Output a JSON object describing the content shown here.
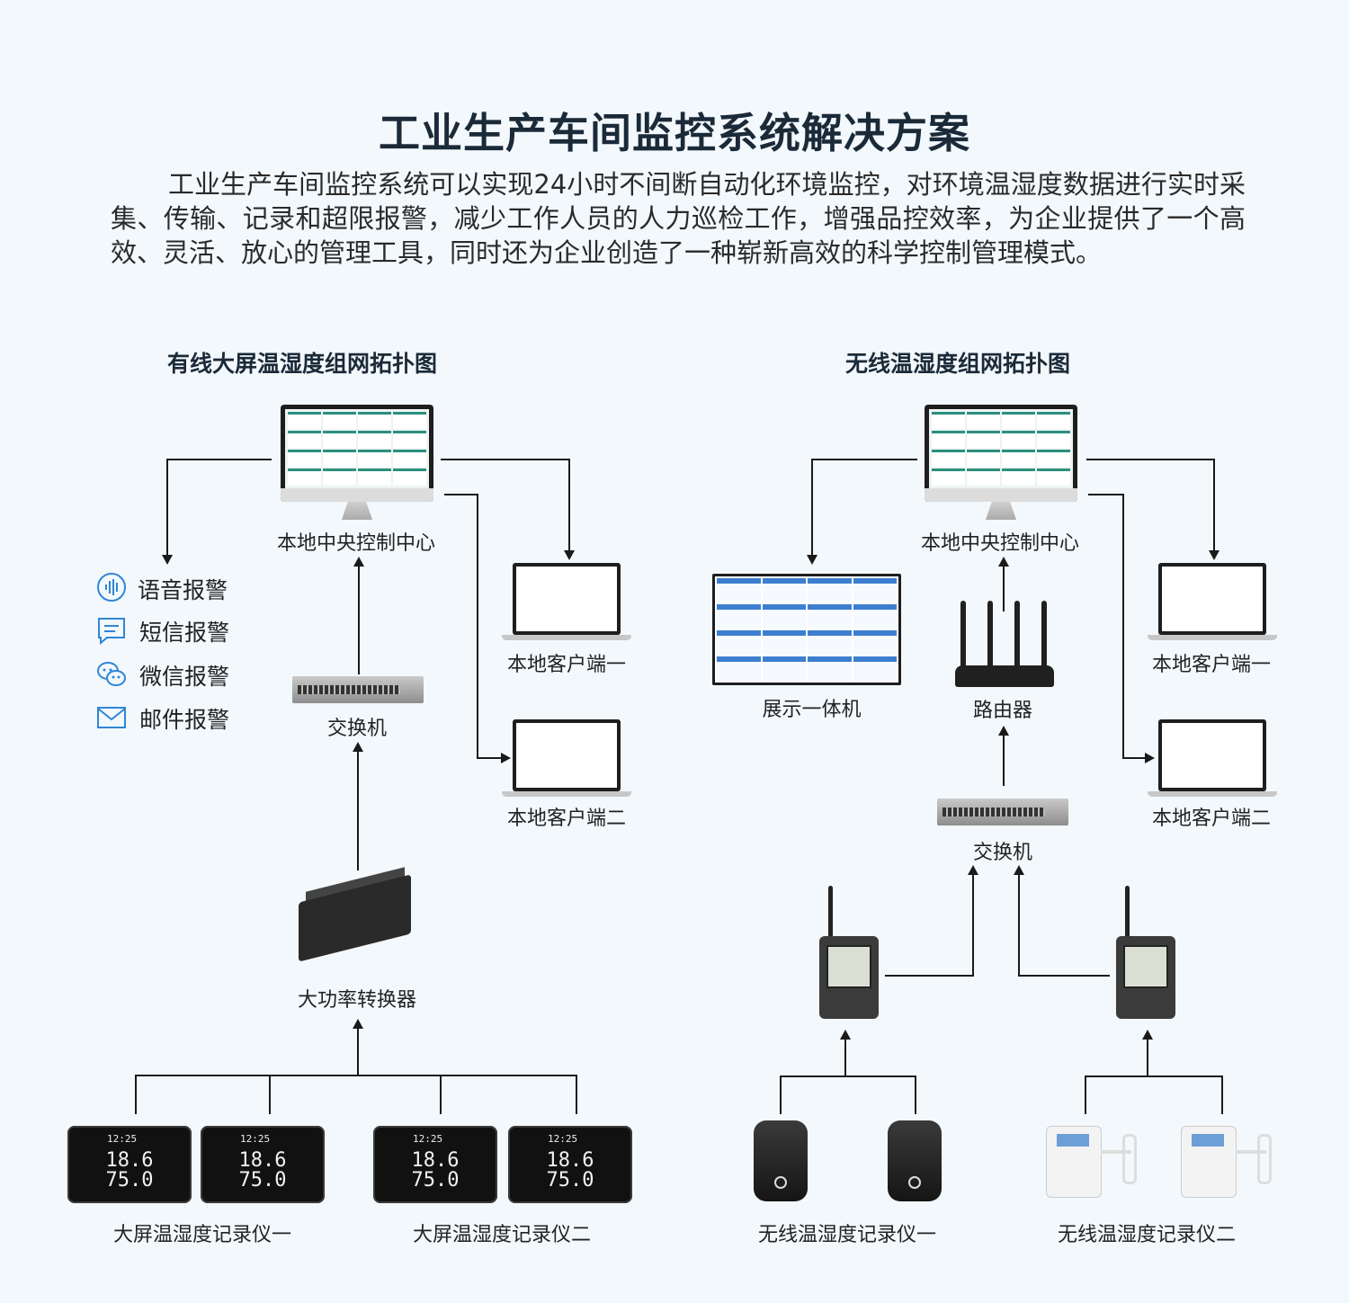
{
  "title": "工业生产车间监控系统解决方案",
  "intro": "工业生产车间监控系统可以实现24小时不间断自动化环境监控，对环境温湿度数据进行实时采集、传输、记录和超限报警，减少工作人员的人力巡检工作，增强品控效率，为企业提供了一个高效、灵活、放心的管理工具，同时还为企业创造了一种崭新高效的科学控制管理模式。",
  "wired": {
    "title": "有线大屏温湿度组网拓扑图",
    "control_center": "本地中央控制中心",
    "client1": "本地客户端一",
    "client2": "本地客户端二",
    "switch": "交换机",
    "converter": "大功率转换器",
    "recorder1": "大屏温湿度记录仪一",
    "recorder2": "大屏温湿度记录仪二",
    "alerts": [
      "语音报警",
      "短信报警",
      "微信报警",
      "邮件报警"
    ],
    "device_display": {
      "time": "12:25",
      "temperature": "18.6",
      "humidity": "75.0"
    }
  },
  "wireless": {
    "title": "无线温湿度组网拓扑图",
    "control_center": "本地中央控制中心",
    "display_panel": "展示一体机",
    "router": "路由器",
    "client1": "本地客户端一",
    "client2": "本地客户端二",
    "switch": "交换机",
    "recorder1": "无线温湿度记录仪一",
    "recorder2": "无线温湿度记录仪二"
  },
  "colors": {
    "background": "#f3f8fc",
    "title": "#1b2a38",
    "line": "#1a1a1a",
    "alert_icon": "#2f86d6"
  },
  "icons": [
    "voice-alarm-icon",
    "sms-alarm-icon",
    "wechat-alarm-icon",
    "email-alarm-icon"
  ]
}
